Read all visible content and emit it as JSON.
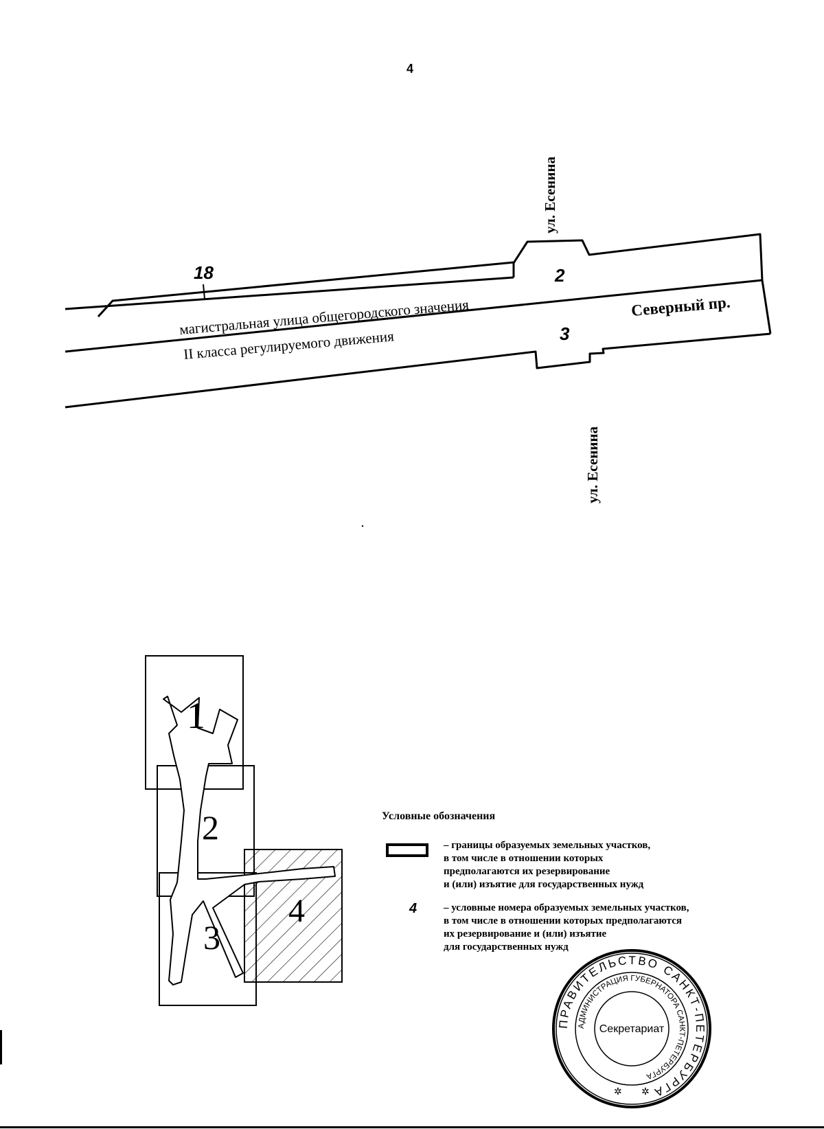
{
  "page_number": "4",
  "plan": {
    "street_label_top": "ул. Есенина",
    "street_label_bottom": "ул. Есенина",
    "avenue_label": "Северный пр.",
    "road_label_line1": "магистральная улица общегородского значения",
    "road_label_line2": "II класса регулируемого движения",
    "parcel_label_18": "18",
    "parcel_label_2": "2",
    "parcel_label_3": "3"
  },
  "key_map": {
    "sheet_1": "1",
    "sheet_2": "2",
    "sheet_3": "3",
    "sheet_4": "4"
  },
  "legend": {
    "title": "Условные обозначения",
    "boundary_text": "– границы образуемых земельных участков,\nв том числе в отношении которых\nпредполагаются их резервирование\nи (или) изъятие для государственных нужд",
    "number_symbol": "4",
    "number_text": "– условные номера образуемых земельных участков,\nв том числе в отношении которых предполагаются\nих резервирование и (или) изъятие\nдля государственных нужд"
  },
  "stamp": {
    "outer_ring": "ПРАВИТЕЛЬСТВО САНКТ-ПЕТЕРБУРГА",
    "inner_ring": "АДМИНИСТРАЦИЯ ГУБЕРНАТОРА САНКТ-ПЕТЕРБУРГА",
    "center": "Секретариат"
  }
}
